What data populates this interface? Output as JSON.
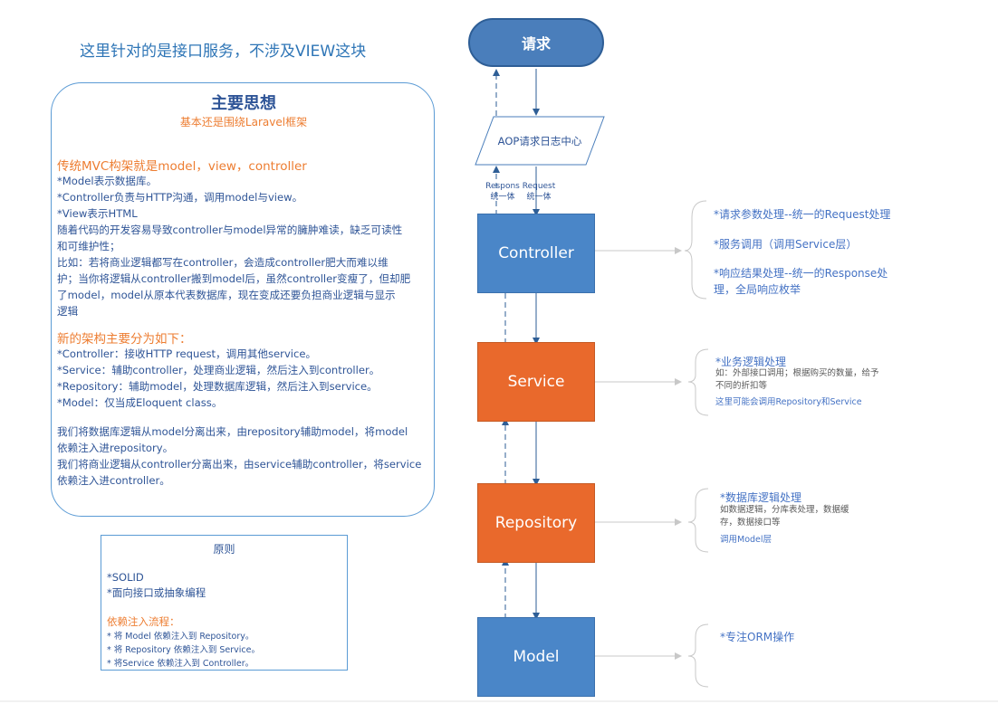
{
  "header": {
    "title": "这里针对的是接口服务，不涉及VIEW这块"
  },
  "main": {
    "title": "主要思想",
    "subtitle": "基本还是围绕Laravel框架",
    "mvc_heading": "传统MVC构架就是model，view，controller",
    "mvc_lines": [
      "*Model表示数据库。",
      "*Controller负责与HTTP沟通，调用model与view。",
      "*View表示HTML",
      "随着代码的开发容易导致controller与model异常的臃肿难读，缺乏可读性",
      "和可维护性；",
      "比如：若将商业逻辑都写在controller，会造成controller肥大而难以维",
      "护；当你将逻辑从controller搬到model后，虽然controller变瘦了，但却肥",
      "了model，model从原本代表数据库，现在变成还要负担商业逻辑与显示",
      "逻辑"
    ],
    "new_heading": "新的架构主要分为如下：",
    "new_lines": [
      "*Controller：接收HTTP request，调用其他service。",
      "*Service：辅助controller，处理商业逻辑，然后注入到controller。",
      "*Repository：辅助model，处理数据库逻辑，然后注入到service。",
      "*Model：仅当成Eloquent class。"
    ],
    "tail_lines": [
      "我们将数据库逻辑从model分离出来，由repository辅助model，将model",
      "依赖注入进repository。",
      "我们将商业逻辑从controller分离出来，由service辅助controller，将service",
      "依赖注入进controller。"
    ]
  },
  "principle": {
    "title": "原则",
    "items": [
      "*SOLID",
      "*面向接口或抽象编程"
    ],
    "di_heading": "依赖注入流程：",
    "di_items": [
      "* 将 Model 依赖注入到 Repository。",
      "* 将 Repository 依赖注入到 Service。",
      "* 将Service 依赖注入到 Controller。"
    ]
  },
  "flow": {
    "request": "请求",
    "aop": "AOP请求日志中心",
    "respons_label": [
      "Respons",
      "统一体"
    ],
    "request_label": [
      "Request",
      "统一体"
    ],
    "controller": "Controller",
    "service": "Service",
    "repository": "Repository",
    "model": "Model"
  },
  "annotations": {
    "controller": [
      "*请求参数处理--统一的Request处理",
      "*服务调用（调用Service层）",
      "*响应结果处理--统一的Response处",
      "理，全局响应枚举"
    ],
    "service": {
      "title": "*业务逻辑处理",
      "details": [
        "如：外部接口调用；根据购买的数量，给予",
        "不同的折扣等"
      ],
      "note": "这里可能会调用Repository和Service"
    },
    "repository": {
      "title": "*数据库逻辑处理",
      "details": [
        "如数据逻辑，分库表处理，数据缓",
        "存，数据接口等"
      ],
      "note": "调用Model层"
    },
    "model": {
      "title": "*专注ORM操作"
    }
  },
  "colors": {
    "blue_box": "#4a86c8",
    "orange_box": "#e9692c",
    "accent_orange": "#ed7d31",
    "text_blue": "#2f5597",
    "arrow": "#2e5e96"
  }
}
